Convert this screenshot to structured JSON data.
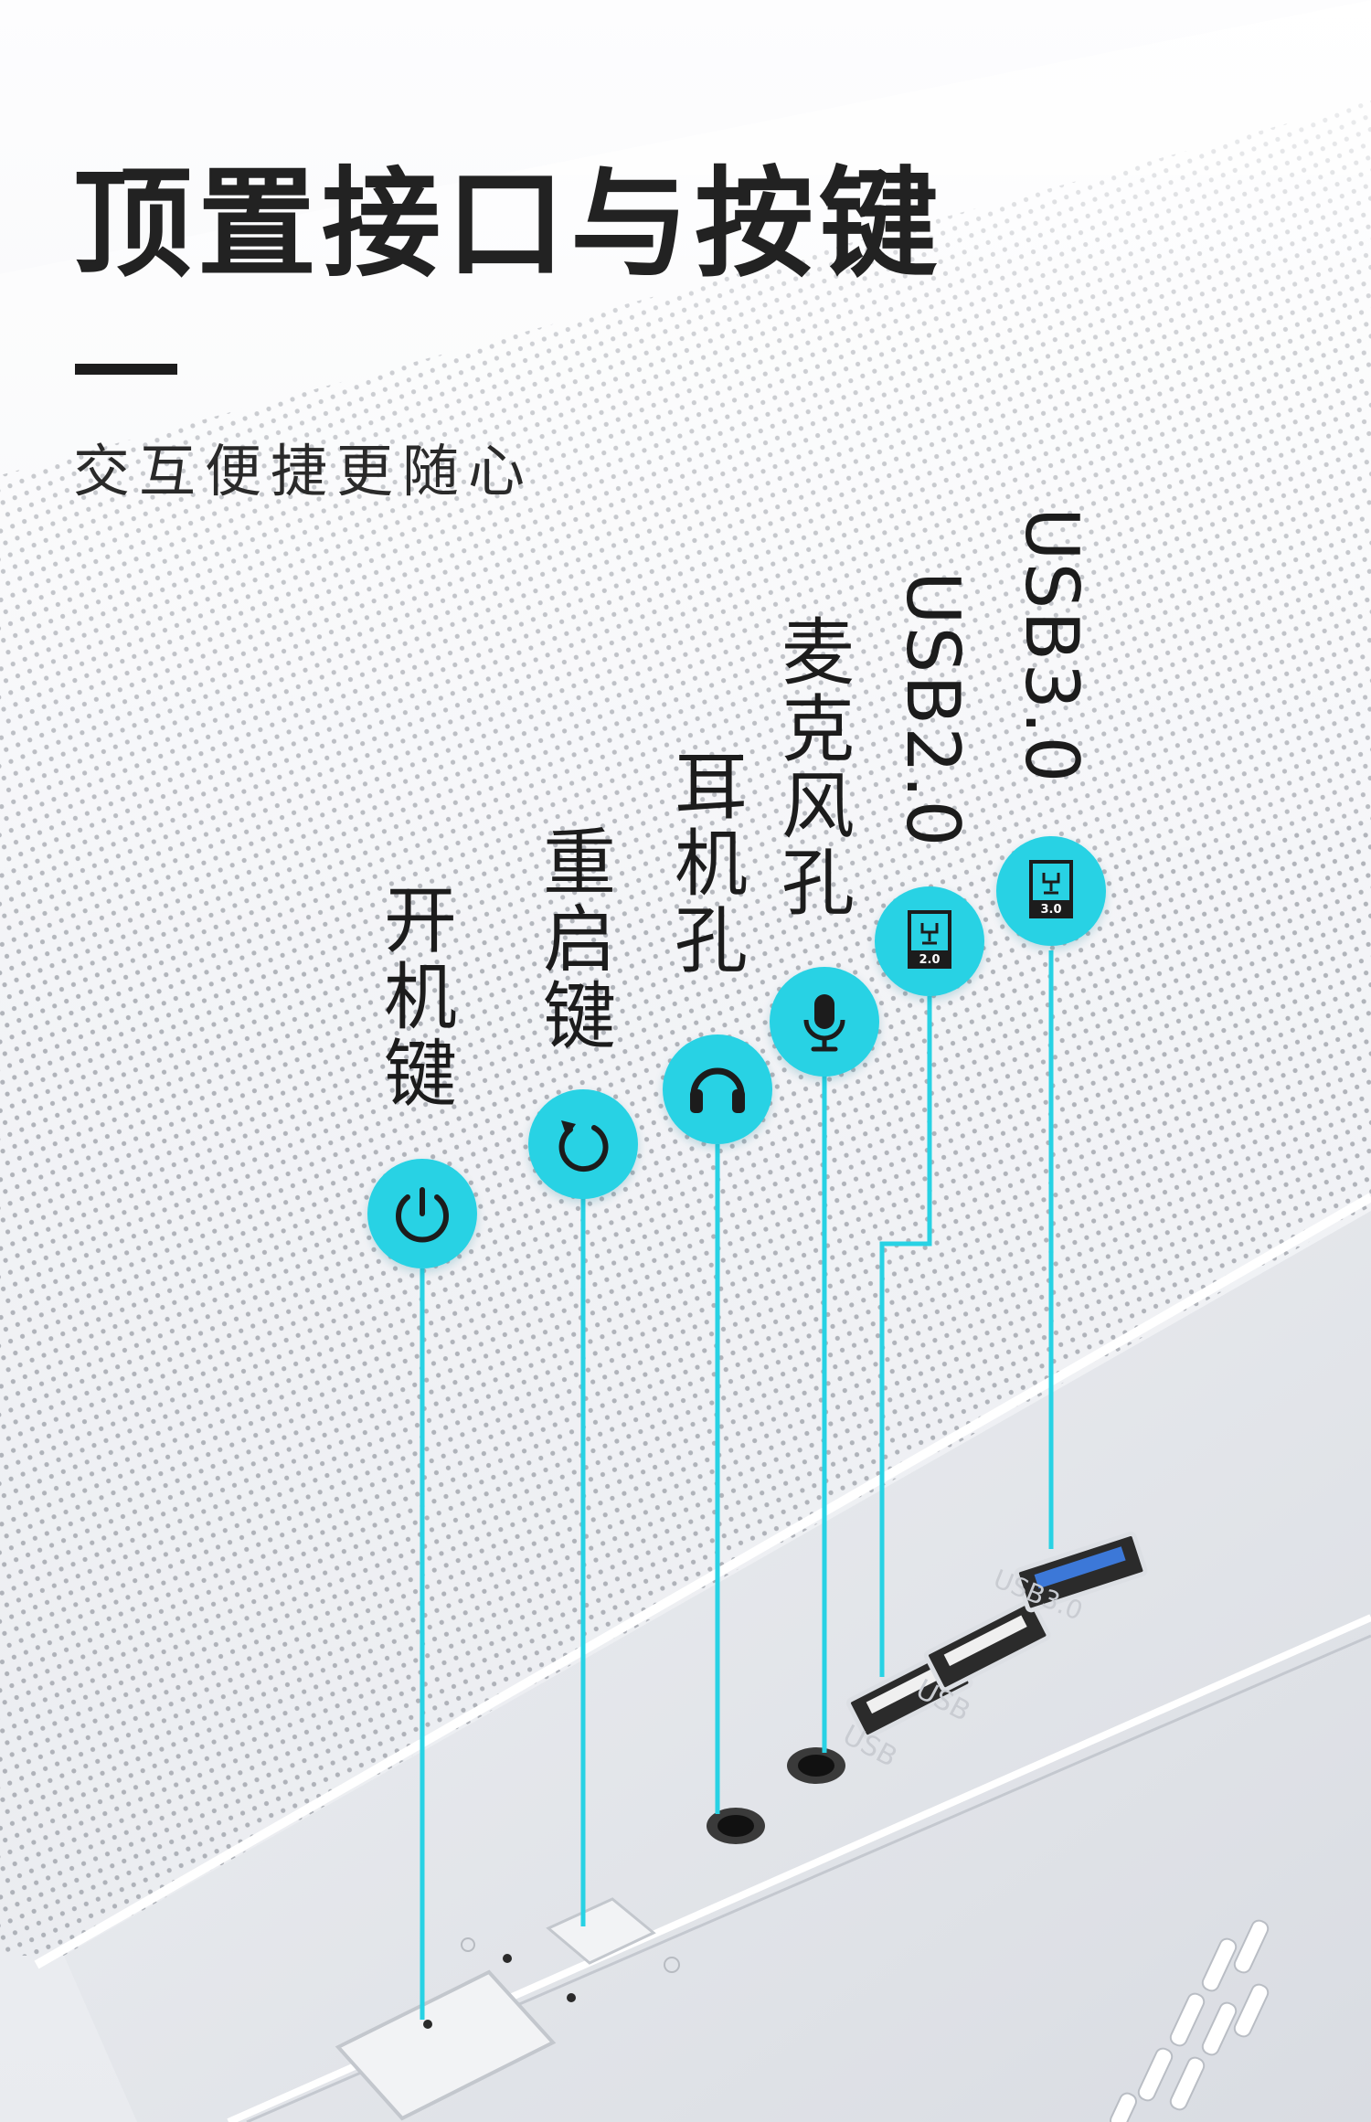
{
  "heading": {
    "title": "顶置接口与按键",
    "subtitle": "交互便捷更随心"
  },
  "callouts": [
    {
      "label": "开机键",
      "icon": "power-icon"
    },
    {
      "label": "重启键",
      "icon": "restart-icon"
    },
    {
      "label": "耳机孔",
      "icon": "headphone-icon"
    },
    {
      "label": "麦克风孔",
      "icon": "microphone-icon"
    },
    {
      "label": "USB2.0",
      "icon": "usb-2-icon",
      "badge_text": "2.0"
    },
    {
      "label": "USB3.0",
      "icon": "usb-3-icon",
      "badge_text": "3.0"
    }
  ],
  "panel_text": {
    "usb_a": "USB",
    "usb_b": "USB",
    "usb_c": "USB3.0"
  },
  "colors": {
    "accent": "#28d2e4",
    "text": "#1c1c1c",
    "mesh_dot": "#9a9ea6"
  }
}
